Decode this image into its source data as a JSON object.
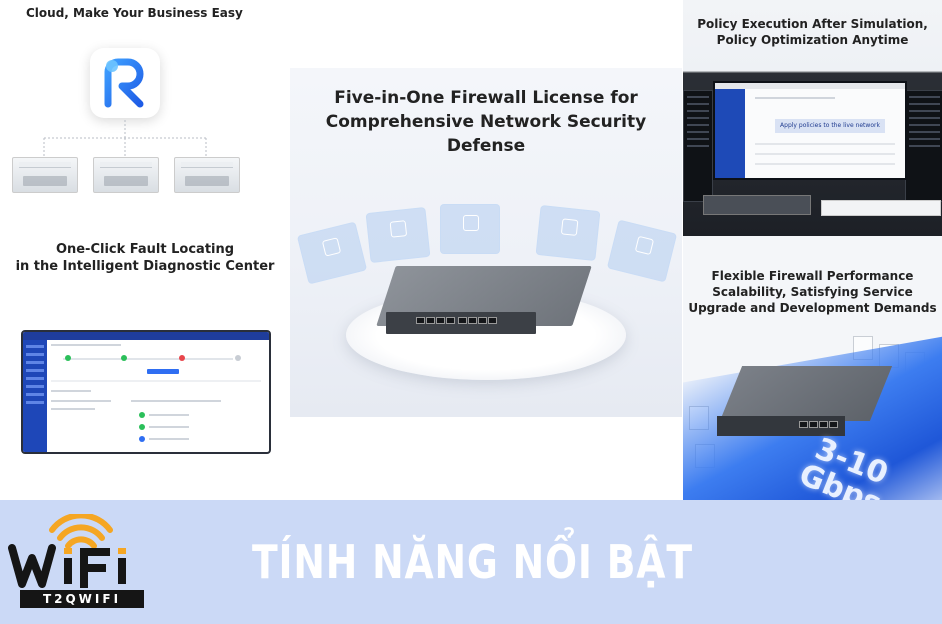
{
  "colors": {
    "brand_blue": "#2f6ef2",
    "banner_bg": "#cbd9f6",
    "banner_text": "#ffffff",
    "logo_orange": "#f5a623",
    "logo_dark": "#151515"
  },
  "panels": {
    "cloud": {
      "title": "Cloud, Make Your Business Easy"
    },
    "fault": {
      "title_line1": "One-Click Fault Locating",
      "title_line2": "in the Intelligent Diagnostic Center"
    },
    "center": {
      "title_line1": "Five-in-One Firewall License for",
      "title_line2": "Comprehensive Network Security",
      "title_line3": "Defense"
    },
    "policy": {
      "title_line1": "Policy Execution After Simulation,",
      "title_line2": "Policy Optimization Anytime",
      "screen_caption": "Apply policies to the live network"
    },
    "performance": {
      "title_line1": "Flexible Firewall Performance",
      "title_line2": "Scalability, Satisfying Service",
      "title_line3": "Upgrade and Development Demands",
      "throughput_line1": "3-10",
      "throughput_line2": "Gbps"
    }
  },
  "banner": {
    "title": "TÍNH NĂNG NỔI BẬT",
    "logo_word": "WiFi",
    "logo_brand": "T2QWIFI"
  }
}
